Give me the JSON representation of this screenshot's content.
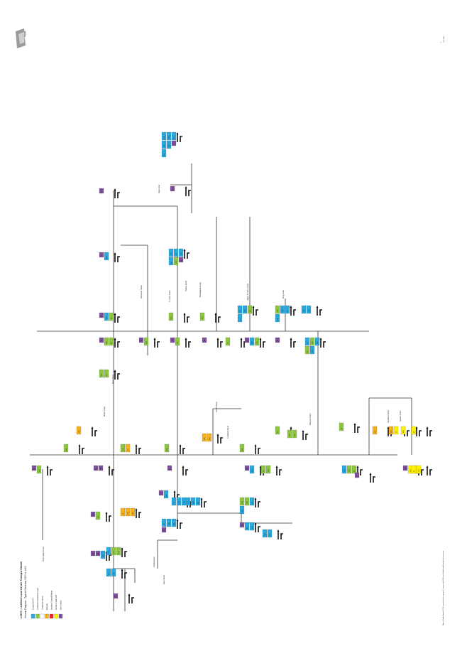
{
  "header": {
    "logo_text": "Stantec",
    "title": "LS570 - Lichfield Local Centre Transport Model",
    "subtitle": "Volume Diagram - Typical Saturday 1300 to 1400",
    "ref_code": "1  ",
    "date": "July 2011"
  },
  "legend": {
    "items": [
      {
        "label": "Counted by ATC",
        "color": "#29a9e0"
      },
      {
        "label": "Counted by manual turn count",
        "color": "#8dc63f"
      },
      {
        "label": "Counted by Survey",
        "color": "#ffffff"
      },
      {
        "label": "Estimate",
        "color": "#f7b11b"
      },
      {
        "label": "Junctions Counted Manual",
        "color": "#e8212a"
      },
      {
        "label": "Junction Count 2008",
        "color": "#fff200"
      },
      {
        "label": "Site Location",
        "color": "#7e4f9e"
      }
    ]
  },
  "footer": {
    "note": "Note: all traffic flows in PCUs, rounded to the nearest 5, survey data 2011 and Lichfield traffic models to be revised"
  },
  "street_labels": [
    {
      "id": "road-a",
      "text": "Wade Street"
    },
    {
      "id": "road-b",
      "text": "Bore Street"
    },
    {
      "id": "road-c",
      "text": "Tamworth Street"
    },
    {
      "id": "road-d",
      "text": "St John Street"
    },
    {
      "id": "road-e",
      "text": "Birmingham Road"
    },
    {
      "id": "road-f",
      "text": "Upper St John Street"
    },
    {
      "id": "road-g",
      "text": "Frog Lane"
    },
    {
      "id": "road-h",
      "text": "Lombard Street"
    },
    {
      "id": "road-i",
      "text": "Stowe Street"
    },
    {
      "id": "road-j",
      "text": "Gaia Lane"
    },
    {
      "id": "road-k",
      "text": "Beacon Street"
    },
    {
      "id": "road-l",
      "text": "Station Road"
    },
    {
      "id": "road-m",
      "text": "Sandford Street"
    },
    {
      "id": "road-n",
      "text": "Queen Street"
    },
    {
      "id": "road-o",
      "text": "Trent Valley Road"
    },
    {
      "id": "road-p",
      "text": "Netherstowe"
    },
    {
      "id": "road-q",
      "text": "Dam Street"
    }
  ],
  "site_markers": [
    "1",
    "2",
    "3",
    "4",
    "5",
    "6",
    "7",
    "8",
    "9",
    "10",
    "11",
    "12",
    "13",
    "14",
    "15",
    "16",
    "17",
    "18",
    "19",
    "20",
    "21",
    "22",
    "23",
    "24",
    "25",
    "26",
    "27",
    "28",
    "29",
    "30",
    "31",
    "32"
  ],
  "flow_values": [
    "185",
    "210",
    "95",
    "140",
    "320",
    "65",
    "410",
    "275",
    "55",
    "130",
    "85",
    "240",
    "160",
    "45",
    "375",
    "120",
    "90",
    "205",
    "310",
    "70",
    "150",
    "260",
    "35",
    "180",
    "225",
    "100",
    "295",
    "60",
    "340",
    "115",
    "75",
    "195",
    "250",
    "40",
    "165",
    "285",
    "80",
    "135",
    "215",
    "50",
    "355",
    "110",
    "170",
    "230",
    "25",
    "305",
    "145",
    "190",
    "265",
    "20"
  ]
}
